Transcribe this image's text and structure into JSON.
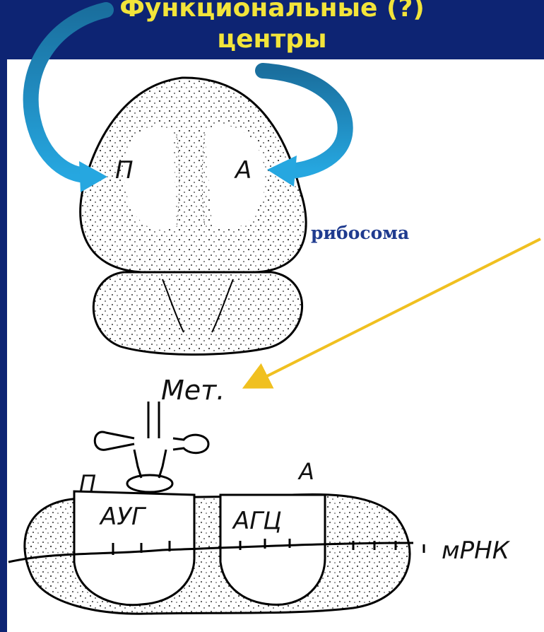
{
  "slide": {
    "title_line1": "Функциональные (?)",
    "title_line2": "центры"
  },
  "diagram": {
    "ribosome_top": {
      "site_p": "П",
      "site_a": "А"
    },
    "ribosome_label": "рибосома",
    "trna_aminoacid": "Мет.",
    "ribosome_bottom": {
      "site_p": "П",
      "site_a": "А",
      "codon_p": "АУГ",
      "codon_a": "АГЦ"
    },
    "mrna_label": "мРНК"
  },
  "colors": {
    "background": "#0d2473",
    "title": "#f2e43a",
    "arrow_blue": "#1a8ccc",
    "pointer_yellow": "#f0c020",
    "label_blue": "#1f3b8f"
  }
}
